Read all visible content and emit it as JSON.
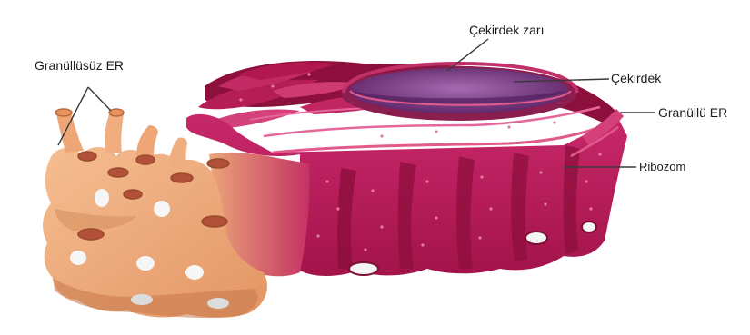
{
  "labels": {
    "smooth_er": "Granüllüsüz ER",
    "nuclear_envelope": "Çekirdek zarı",
    "nucleus": "Çekirdek",
    "rough_er": "Granüllü ER",
    "ribosome": "Ribozom"
  },
  "colors": {
    "rough_er_fill": "#b81a55",
    "rough_er_dark": "#7c0d34",
    "rough_er_light": "#d5457a",
    "smooth_er_fill": "#f0ad7d",
    "smooth_er_dark": "#b86a3d",
    "nucleus_fill": "#6e2b78",
    "nucleus_light": "#9a58a6",
    "leader_line": "#3a3a3a"
  }
}
